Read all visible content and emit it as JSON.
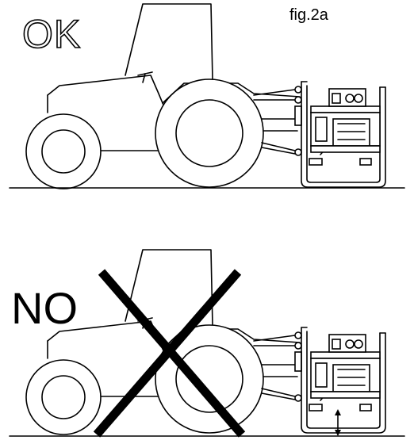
{
  "figure_label": "fig.2a",
  "panels": [
    {
      "label": "OK",
      "status": "correct"
    },
    {
      "label": "NO",
      "status": "incorrect"
    }
  ],
  "colors": {
    "line": "#000000",
    "background": "#ffffff"
  }
}
